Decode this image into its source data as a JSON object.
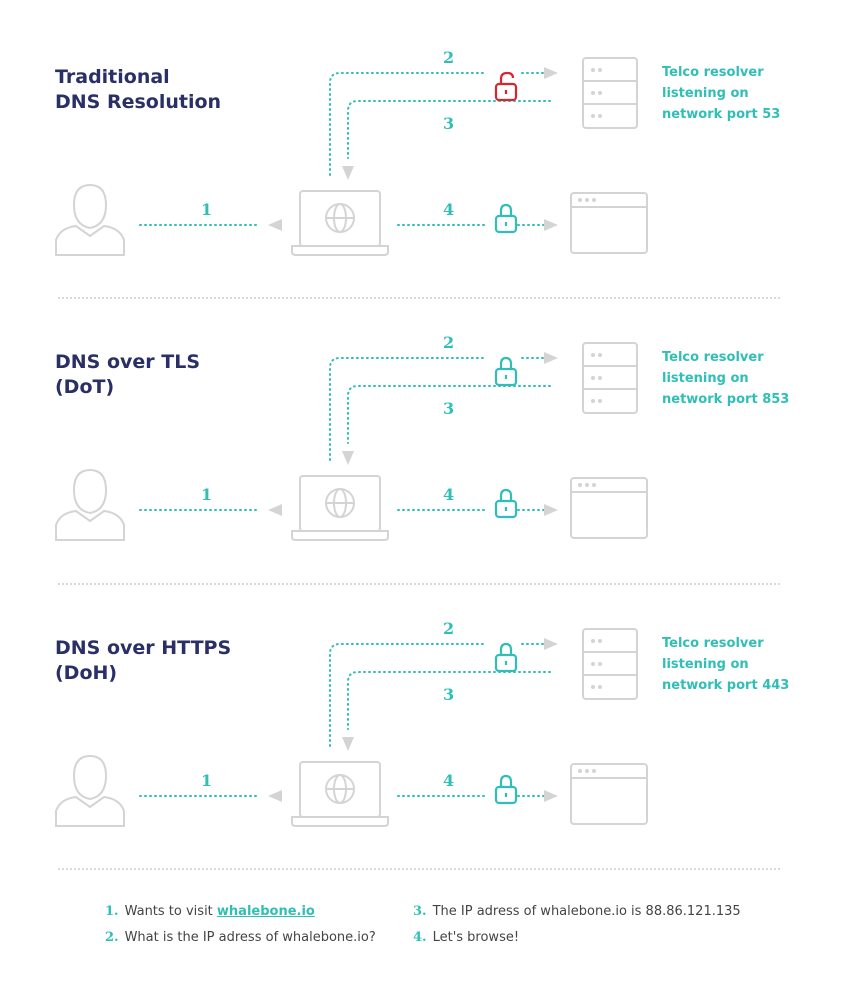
{
  "colors": {
    "accent": "#2fbfb6",
    "title": "#2a2f66",
    "insecure_lock": "#d9262e",
    "icon_gray": "#d4d4d4"
  },
  "icons": [
    "user-icon",
    "laptop-globe-icon",
    "server-rack-icon",
    "browser-window-icon",
    "unlocked-padlock-icon",
    "locked-padlock-icon"
  ],
  "sections": [
    {
      "title": "Traditional\nDNS Resolution",
      "resolver_label": "Telco resolver\nlistening on\nnetwork port 53",
      "resolver_lock": "unlocked",
      "steps": {
        "s1": "1",
        "s2": "2",
        "s3": "3",
        "s4": "4"
      }
    },
    {
      "title": "DNS over TLS\n(DoT)",
      "resolver_label": "Telco resolver\nlistening on\nnetwork port 853",
      "resolver_lock": "locked",
      "steps": {
        "s1": "1",
        "s2": "2",
        "s3": "3",
        "s4": "4"
      }
    },
    {
      "title": "DNS over HTTPS\n(DoH)",
      "resolver_label": "Telco resolver\nlistening on\nnetwork port 443",
      "resolver_lock": "locked",
      "steps": {
        "s1": "1",
        "s2": "2",
        "s3": "3",
        "s4": "4"
      }
    }
  ],
  "legend": [
    {
      "num": "1.",
      "text": "Wants to visit ",
      "link": "whalebone.io"
    },
    {
      "num": "2.",
      "text": "What is the IP adress of whalebone.io?"
    },
    {
      "num": "3.",
      "text": "The IP adress of whalebone.io is 88.86.121.135"
    },
    {
      "num": "4.",
      "text": "Let's browse!"
    }
  ]
}
